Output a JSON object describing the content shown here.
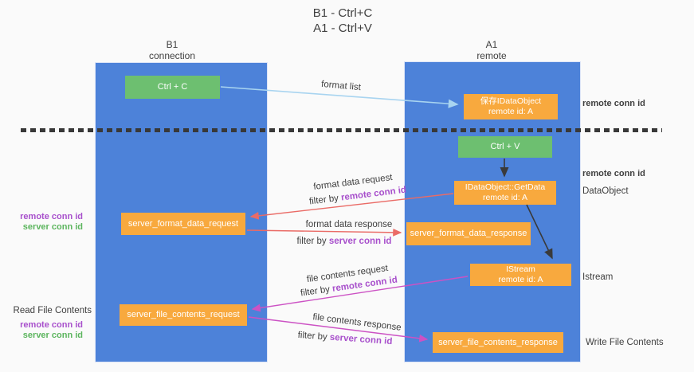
{
  "title": {
    "line1": "B1 - Ctrl+C",
    "line2": "A1 - Ctrl+V"
  },
  "columns": {
    "left": {
      "header_line1": "B1",
      "header_line2": "connection"
    },
    "right": {
      "header_line1": "A1",
      "header_line2": "remote"
    }
  },
  "boxes": {
    "ctrl_c": {
      "label": "Ctrl + C"
    },
    "saved_dataobject": {
      "line1": "保存IDataObject",
      "line2": "remote id: A"
    },
    "ctrl_v": {
      "label": "Ctrl + V"
    },
    "getdata": {
      "line1": "IDataObject::GetData",
      "line2": "remote id: A"
    },
    "server_format_data_request": {
      "label": "server_format_data_request"
    },
    "server_format_data_response": {
      "label": "server_format_data_response"
    },
    "istream": {
      "line1": "IStream",
      "line2": "remote id: A"
    },
    "server_file_contents_request": {
      "label": "server_file_contents_request"
    },
    "server_file_contents_response": {
      "label": "server_file_contents_response"
    }
  },
  "annotations": {
    "format_list": "format list",
    "format_data_request": "format data request",
    "format_data_response": "format data response",
    "file_contents_request": "file contents request",
    "file_contents_response": "file contents response",
    "filter_by": "filter by",
    "remote_conn_id": "remote conn id",
    "server_conn_id": "server conn id"
  },
  "side_labels": {
    "left": {
      "group1_line1": "remote conn id",
      "group1_line2": "server conn id",
      "read_file_contents": "Read File Contents",
      "group2_line1": "remote conn id",
      "group2_line2": "server conn id"
    },
    "right": {
      "remote_conn_id_top": "remote conn id",
      "remote_conn_id_mid": "remote conn id",
      "dataobject": "DataObject",
      "istream": "Istream",
      "write_file_contents": "Write File Contents"
    }
  },
  "colors": {
    "background": "#fafafa",
    "column-blue": "#4d82d9",
    "box-green": "#6dbf70",
    "box-orange": "#f8a93e",
    "purple": "#a850cc",
    "green-label": "#5cb55e",
    "arrow-blue": "#a8d4f0",
    "arrow-red": "#ea6b66",
    "arrow-magenta": "#cc52c4",
    "arrow-black": "#3a3a3a",
    "text-dark": "#3f3f3f"
  }
}
